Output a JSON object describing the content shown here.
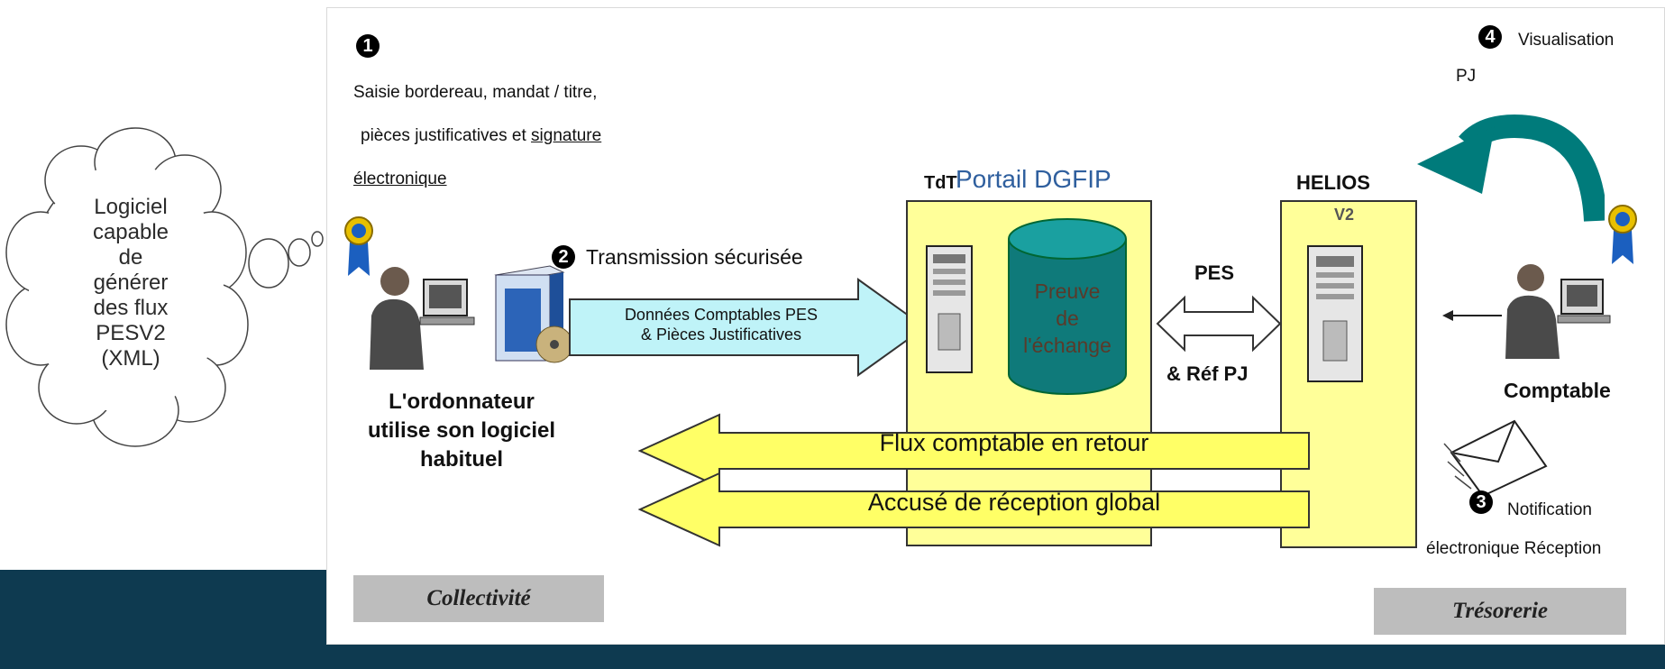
{
  "cloud": {
    "lines": [
      "Logiciel",
      "capable",
      "de",
      "générer",
      "des flux",
      "PESV2",
      "(XML)"
    ]
  },
  "steps": {
    "step1": {
      "number": "1",
      "line1": "Saisie bordereau, mandat / titre,",
      "line2_prefix": "pièces justificatives et",
      "line2_link": "signature",
      "line3": "électronique"
    },
    "step2": {
      "number": "2",
      "text": "Transmission sécurisée"
    },
    "step3": {
      "number": "3",
      "line1": "Notification",
      "line2": "électronique Réception"
    },
    "step4": {
      "number": "4",
      "line1": "Visualisation",
      "line2": "PJ"
    }
  },
  "ordonnateur": {
    "line1": "L'ordonnateur",
    "line2": "utilise son logiciel",
    "line3": "habituel"
  },
  "arrow_data": {
    "line1": "Données Comptables PES",
    "line2": "& Pièces Justificatives"
  },
  "tdt": {
    "small": "TdT",
    "title": "Portail DGFIP",
    "db_lines": [
      "Preuve",
      "de",
      "l'échange"
    ]
  },
  "exchange": {
    "top": "PES",
    "bottom": "& Réf PJ"
  },
  "helios": {
    "title": "HELIOS",
    "subtitle": "V2"
  },
  "comptable": {
    "label": "Comptable"
  },
  "return_flows": {
    "flux": "Flux comptable en retour",
    "accuse": "Accusé de réception global"
  },
  "zones": {
    "left": "Collectivité",
    "right": "Trésorerie"
  },
  "colors": {
    "band": "#0e3a50",
    "yellow": "#ffff99",
    "cyan_arrow": "#bff3f8",
    "teal_arrow": "#007b7b",
    "db": "#0f7a7a",
    "tdt_title": "#2f5f9e"
  },
  "icons": [
    "ribbon-icon",
    "person-computer-icon",
    "software-box-icon",
    "server-icon",
    "database-icon",
    "envelope-icon"
  ]
}
